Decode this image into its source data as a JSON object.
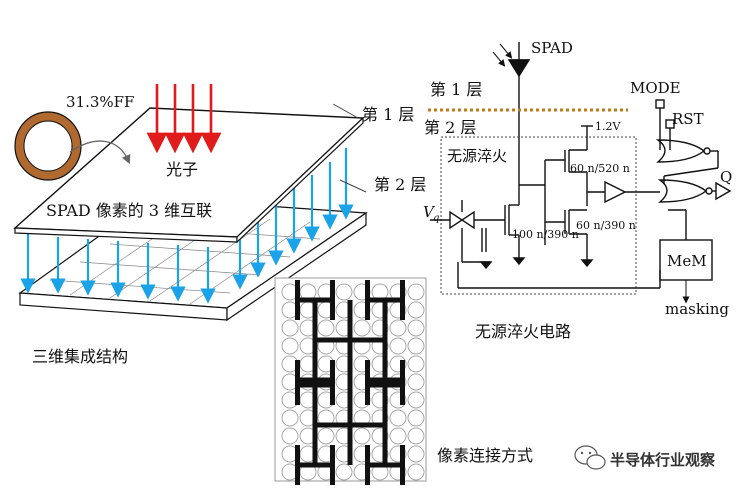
{
  "colors": {
    "photon": "#e01b1b",
    "interconnect": "#1aa3e8",
    "layer_divider": "#c07a1a",
    "ring": "#b06a30",
    "line": "#111111"
  },
  "left": {
    "fill_factor": "31.3%FF",
    "photon_label": "光子",
    "layer1": "第 1 层",
    "layer2": "第 2 层",
    "interconnect_label": "SPAD 像素的 3 维互联",
    "caption": "三维集成结构"
  },
  "circuit": {
    "spad": "SPAD",
    "mode": "MODE",
    "rst": "RST",
    "layer1": "第 1 层",
    "layer2": "第 2 层",
    "vdd": "1.2V",
    "quench_box": "无源淬火",
    "t1": "60 n/520 n",
    "t2": "100 n/390 n",
    "t3": "60 n/390 n",
    "vq": "V",
    "vq_sub": "q",
    "mem": "MeM",
    "masking": "masking",
    "q": "Q",
    "caption": "无源淬火电路"
  },
  "bottom": {
    "caption": "像素连接方式"
  },
  "watermark": {
    "text": "半导体行业观察",
    "icon": "wechat-icon"
  }
}
